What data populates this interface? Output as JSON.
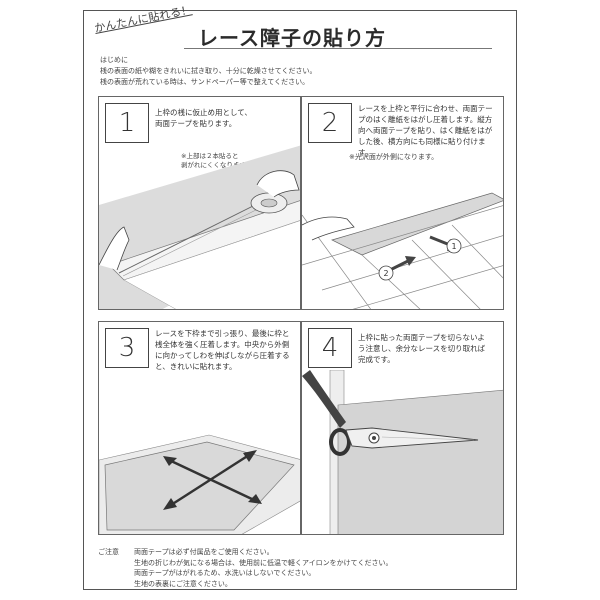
{
  "header": {
    "tagline": "かんたんに貼れる！",
    "title": "レース障子の貼り方"
  },
  "intro": [
    "はじめに",
    "桟の表面の紙や糊をきれいに拭き取り、十分に乾燥させてください。",
    "桟の表面が荒れている時は、サンドペーパー等で整えてください。"
  ],
  "steps": [
    {
      "number": "1",
      "text": [
        "上枠の桟に仮止め用として、",
        "両面テープを貼ります。"
      ],
      "note": [
        "※上部は２本貼ると",
        "剥がれにくくなります。"
      ]
    },
    {
      "number": "2",
      "text": [
        "レースを上枠と平行に合わせ、両面テー",
        "プのはく離紙をはがし圧着します。縦方",
        "向へ両面テープを貼り、はく離紙をはが",
        "した後、横方向にも同様に貼り付けます。"
      ],
      "note": [
        "※光沢面が外側になります。"
      ],
      "arrows": [
        "1",
        "2"
      ]
    },
    {
      "number": "3",
      "text": [
        "レースを下枠まで引っ張り、最後に枠と",
        "桟全体を強く圧着します。中央から外側",
        "に向かってしわを伸ばしながら圧着する",
        "と、きれいに貼れます。"
      ]
    },
    {
      "number": "4",
      "text": [
        "上枠に貼った両面テープを切らないよ",
        "う注意し、余分なレースを切り取れば",
        "完成です。"
      ]
    }
  ],
  "footer": {
    "label": "ご注意",
    "lines": [
      "両面テープは必ず付属品をご使用ください。",
      "生地の折じわが気になる場合は、使用前に低温で軽くアイロンをかけてください。",
      "両面テープがはがれるため、水洗いはしないでください。",
      "生地の表裏にご注意ください。"
    ]
  }
}
